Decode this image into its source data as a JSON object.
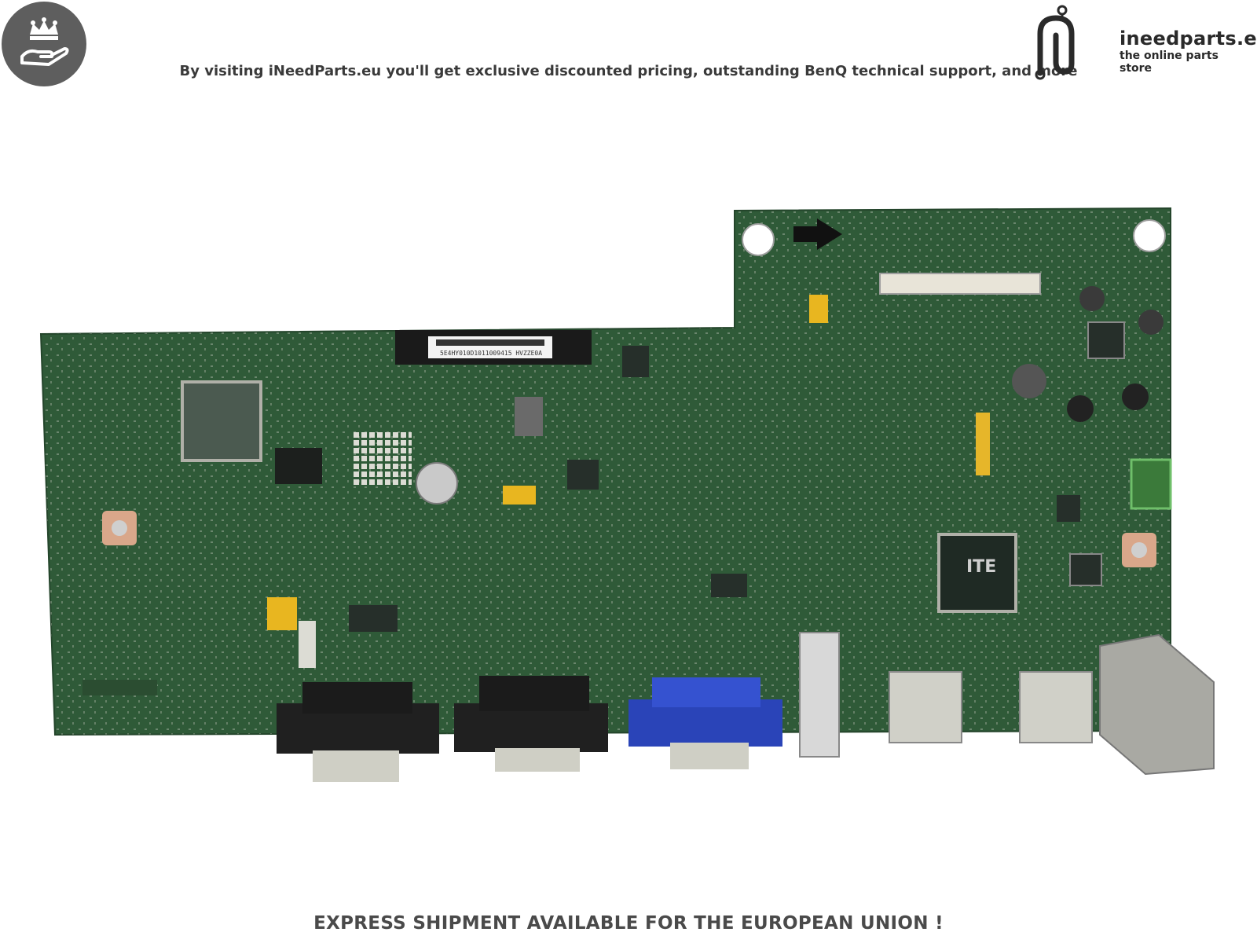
{
  "header": {
    "tagline": "By visiting iNeedParts.eu you'll get exclusive discounted pricing, outstanding BenQ technical support, and more",
    "badge_icon": "crown-hand-icon"
  },
  "brand": {
    "name": "ineedparts.eu",
    "slogan": "the online parts store"
  },
  "photo": {
    "subject": "BenQ monitor main board (PCB)",
    "label_text": "5E4HY010D1011009415  HVZZE0A",
    "ports": [
      "serial-port",
      "serial-port",
      "vga-port",
      "usb-port",
      "hdmi-port",
      "hdmi-port",
      "rj45-port"
    ]
  },
  "footer": {
    "text": "EXPRESS SHIPMENT AVAILABLE FOR THE EUROPEAN UNION !"
  },
  "colors": {
    "pcb_green": "#2f5a38",
    "badge_gray": "#5e5e5e",
    "vga_blue": "#2a44b8"
  }
}
